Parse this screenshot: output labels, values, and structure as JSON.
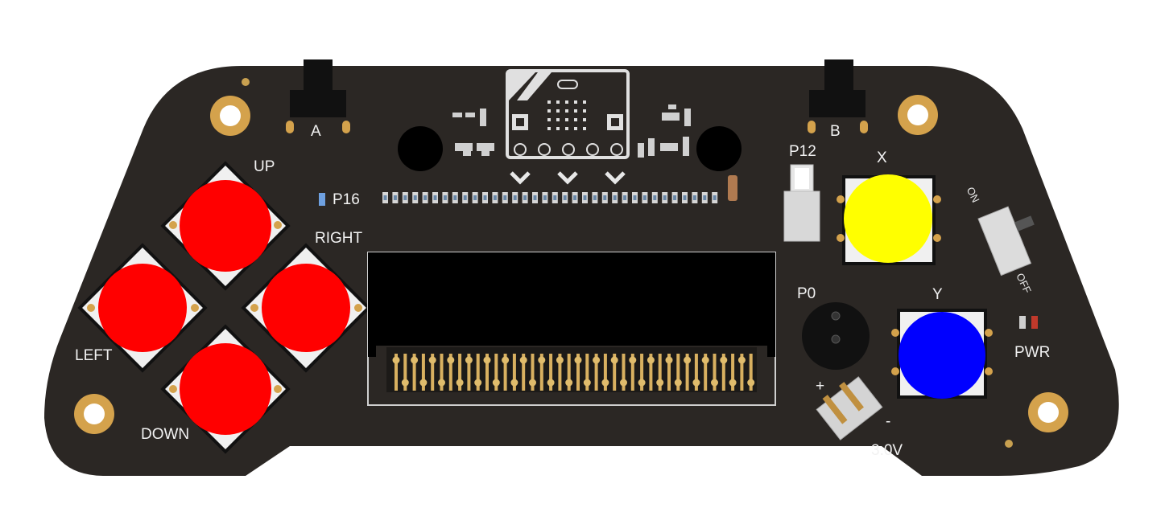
{
  "board": {
    "colors": {
      "pcb": "#2b2724",
      "silk": "#f2f2f2",
      "gold": "#d4a24c",
      "dpad": "#ff0000",
      "button_x": "#ffff00",
      "button_y": "#0000ff",
      "screen": "#000000",
      "pins": "#d8b060"
    },
    "labels": {
      "a": "A",
      "b": "B",
      "up": "UP",
      "down": "DOWN",
      "left": "LEFT",
      "right": "RIGHT",
      "x": "X",
      "y": "Y",
      "p16": "P16",
      "p12": "P12",
      "p0": "P0",
      "pwr": "PWR",
      "on": "ON",
      "off": "OFF",
      "voltage": "3.0V",
      "plus": "+",
      "minus": "-"
    },
    "icons": [
      "microbit-logo-icon",
      "chevron-down-icon"
    ]
  }
}
